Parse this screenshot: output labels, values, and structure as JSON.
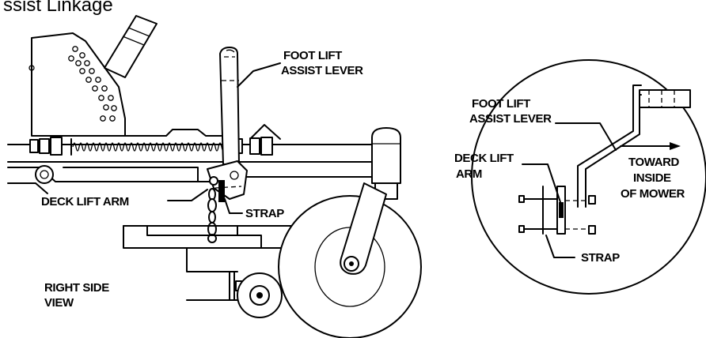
{
  "heading_fragment": "ssist Linkage",
  "left_view": {
    "foot_lift_label": [
      "FOOT LIFT",
      "ASSIST LEVER"
    ],
    "deck_lift_arm_label": "DECK LIFT ARM",
    "strap_label": "STRAP",
    "view_label": [
      "RIGHT SIDE",
      "VIEW"
    ]
  },
  "detail_view": {
    "foot_lift_label": [
      "FOOT LIFT",
      "ASSIST LEVER"
    ],
    "deck_lift_arm_label": [
      "DECK LIFT",
      "ARM"
    ],
    "toward_label": [
      "TOWARD",
      "INSIDE",
      "OF MOWER"
    ],
    "strap_label": "STRAP"
  }
}
